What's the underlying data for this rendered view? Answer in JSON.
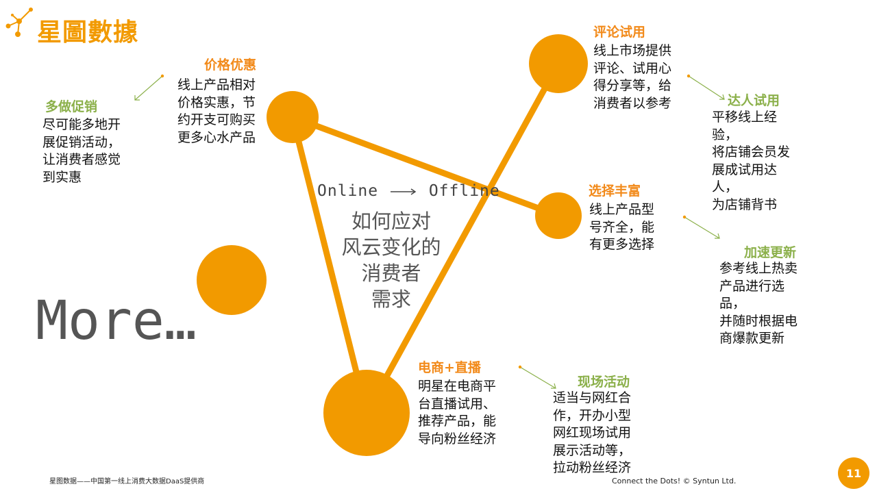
{
  "brand": {
    "logo_text": "星圖數據",
    "accent_color": "#f29a00",
    "title_orange": "#f28a1a",
    "title_green": "#8bb04a"
  },
  "center": {
    "from_label": "Online",
    "to_label": "Offline",
    "question": "如何应对\n风云变化的\n消费者\n需求"
  },
  "more_label": "More…",
  "nodes": {
    "price": {
      "title": "价格优惠",
      "body": "线上产品相对\n价格实惠，节\n约开支可购买\n更多心水产品"
    },
    "review": {
      "title": "评论试用",
      "body": "线上市场提供\n评论、试用心\n得分享等，给\n消费者以参考"
    },
    "selection": {
      "title": "选择丰富",
      "body": "线上产品型\n号齐全，能\n有更多选择"
    },
    "live": {
      "title": "电商+直播",
      "body": "明星在电商平\n台直播试用、\n推荐产品，能\n导向粉丝经济"
    }
  },
  "offline": {
    "promo": {
      "title": "多做促销",
      "body": "尽可能多地开\n展促销活动，\n让消费者感觉\n到实惠"
    },
    "influencer": {
      "title": "达人试用",
      "body": "平移线上经\n验，\n将店铺会员发\n展成试用达\n人，\n为店铺背书"
    },
    "update": {
      "title": "加速更新",
      "body": "参考线上热卖\n产品进行选\n品，\n并随时根据电\n商爆款更新"
    },
    "event": {
      "title": "现场活动",
      "body": "适当与网红合\n作，开办小型\n网红现场试用\n展示活动等，\n拉动粉丝经济"
    }
  },
  "footer": {
    "left": "星图数据——中国第一线上消费大数据DaaS提供商",
    "right": "Connect the Dots!  © Syntun Ltd.",
    "page_number": "11"
  }
}
